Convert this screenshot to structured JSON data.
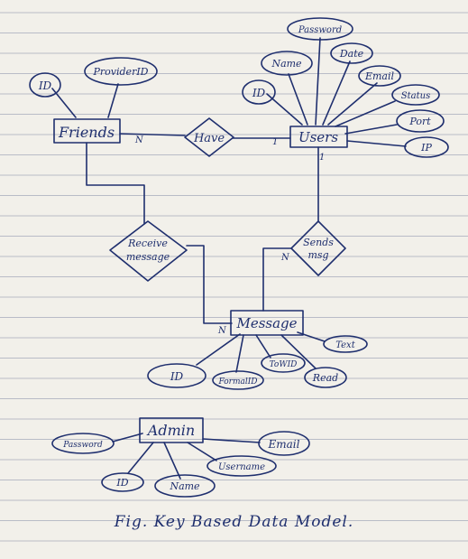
{
  "entities": {
    "friends": "Friends",
    "users": "Users",
    "message": "Message",
    "admin": "Admin"
  },
  "relationships": {
    "have": "Have",
    "receive": [
      "Receive",
      "message"
    ],
    "sends": [
      "Sends",
      "msg"
    ]
  },
  "attributes": {
    "friends": [
      "ID",
      "ProviderID"
    ],
    "users": [
      "Password",
      "Name",
      "Date",
      "Email",
      "ID",
      "Status",
      "Port",
      "IP"
    ],
    "message": [
      "ID",
      "FormalID",
      "ToWID",
      "Read",
      "Text"
    ],
    "admin": [
      "Password",
      "Email",
      "Username",
      "ID",
      "Name"
    ]
  },
  "cardinality": {
    "friends_have": "N",
    "users_have": "1",
    "users_sends": "1",
    "sends_message": "N",
    "receive_message": "N"
  },
  "caption": "Fig. Key Based Data Model."
}
